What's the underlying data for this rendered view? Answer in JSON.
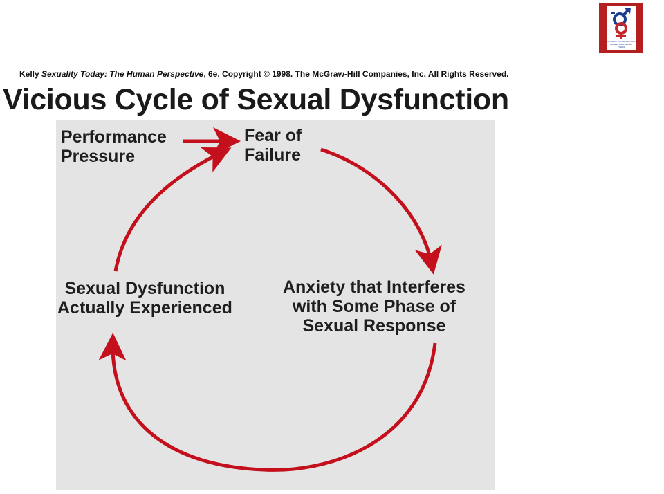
{
  "logo": {
    "name": "organization-emblem",
    "colors": {
      "frame": "#b3201f",
      "mark_blue": "#1b3f8f",
      "mark_red": "#c4262a"
    },
    "caption_lines": [
      "ΕΛΛΗΝΙΚΗ ΕΤΑΙΡΕΙΑ ΣΕΞΟΥΑΛΙΚΗΣ",
      "ΚΑΙ ΑΝΑΠΑΡΑΓΩΓΙΚΗΣ",
      "ΥΓΕΙΑΣ"
    ]
  },
  "credit": {
    "author": "Kelly",
    "book_title": "Sexuality Today: The Human Perspective",
    "rest": ", 6e. Copyright © 1998. The McGraw-Hill Companies, Inc. All Rights Reserved."
  },
  "title": "Vicious Cycle of Sexual Dysfunction",
  "diagram": {
    "background": "#e4e4e4",
    "arrow_color": "#c4101c",
    "nodes": [
      {
        "id": "performance-pressure",
        "lines": [
          "Performance",
          "Pressure"
        ]
      },
      {
        "id": "fear-of-failure",
        "lines": [
          "Fear of",
          "Failure"
        ]
      },
      {
        "id": "anxiety",
        "lines": [
          "Anxiety that Interferes",
          "with Some Phase of",
          "Sexual Response"
        ]
      },
      {
        "id": "dysfunction-experienced",
        "lines": [
          "Sexual Dysfunction",
          "Actually Experienced"
        ]
      }
    ],
    "edges": [
      {
        "from": "performance-pressure",
        "to": "fear-of-failure"
      },
      {
        "from": "fear-of-failure",
        "to": "anxiety"
      },
      {
        "from": "anxiety",
        "to": "dysfunction-experienced"
      },
      {
        "from": "dysfunction-experienced",
        "to": "fear-of-failure"
      }
    ]
  }
}
